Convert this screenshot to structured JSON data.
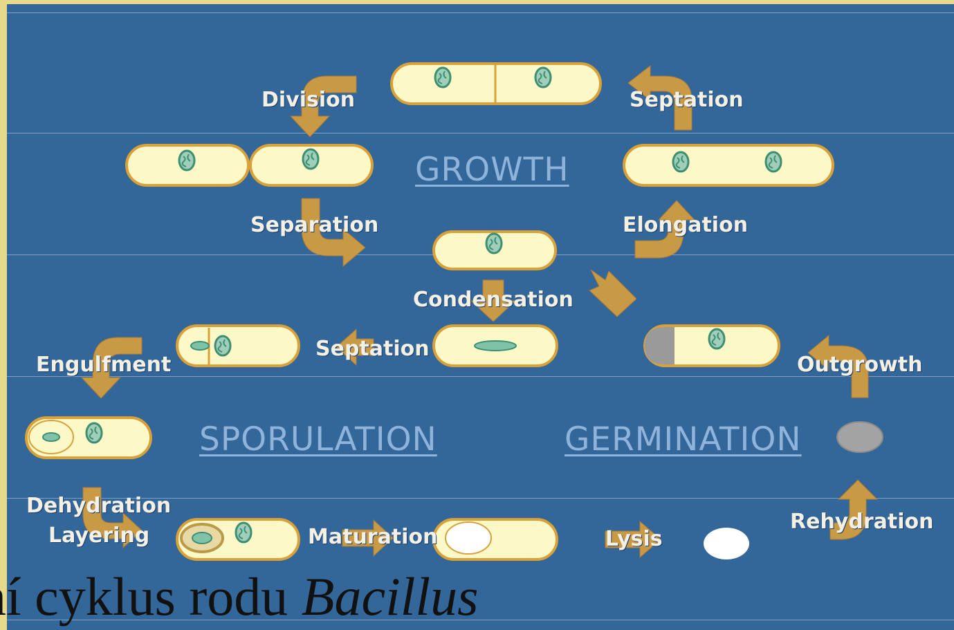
{
  "colors": {
    "background": "#336699",
    "cell": "#fdf8c8",
    "cell_outline": "#d9a13a",
    "arrow": "#c99a46",
    "nucleoid": "#3e8e72",
    "label": "#f3f0e6",
    "section_label": "#8fb4dc",
    "page_border": "#e6d98c"
  },
  "sections": {
    "growth": "GROWTH",
    "sporulation": "SPORULATION",
    "germination": "GERMINATION"
  },
  "steps": {
    "division": "Division",
    "septation_top": "Septation",
    "separation": "Separation",
    "elongation": "Elongation",
    "condensation": "Condensation",
    "septation_mid": "Septation",
    "engulfment": "Engulfment",
    "outgrowth": "Outgrowth",
    "dehydration": "Dehydration",
    "layering": "Layering",
    "maturation": "Maturation",
    "lysis": "Lysis",
    "rehydration": "Rehydration"
  },
  "caption": {
    "prefix": "ní cyklus rodu ",
    "genus": "Bacillus"
  }
}
